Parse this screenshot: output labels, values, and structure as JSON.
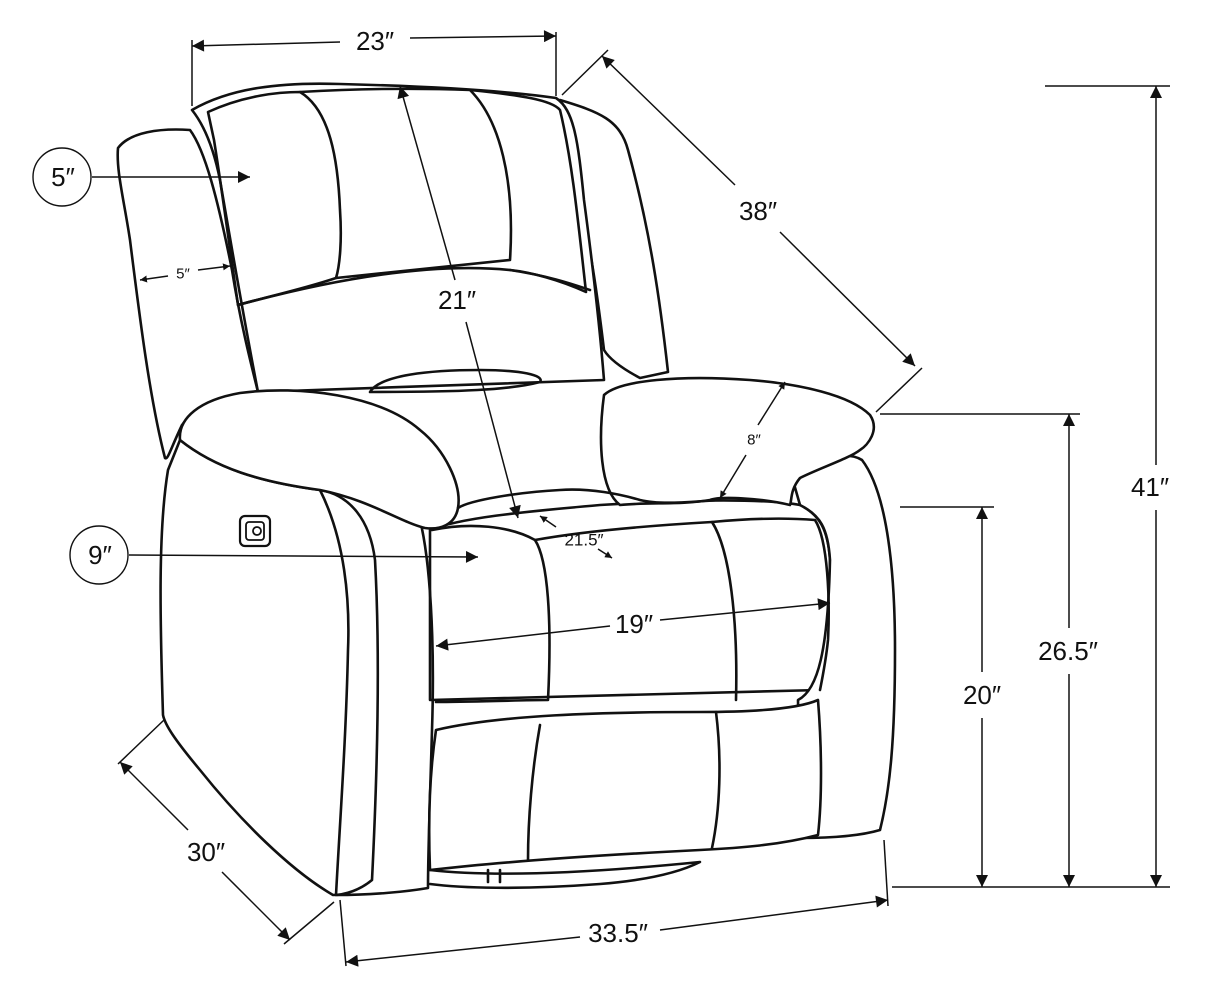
{
  "dimensions": {
    "headrest_width": "23″",
    "diagonal_depth": "38″",
    "overall_height": "41″",
    "arm_height": "26.5″",
    "seat_height": "20″",
    "back_height": "21″",
    "arm_width": "8″",
    "seat_depth": "21.5″",
    "seat_width": "19″",
    "overall_width": "33.5″",
    "overall_depth": "30″",
    "back_cushion_thickness": "5″",
    "wing_thickness": "5″",
    "front_cushion_thickness": "9″"
  }
}
